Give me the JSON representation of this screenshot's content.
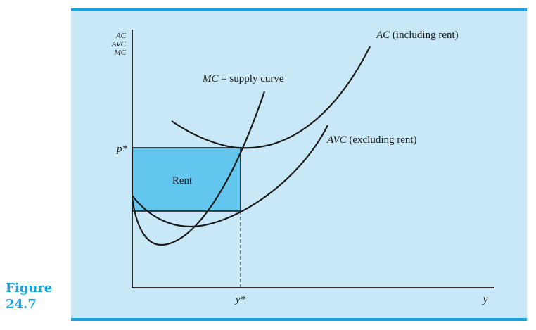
{
  "figure": {
    "label_line1": "Figure",
    "label_line2": "24.7"
  },
  "axes": {
    "y_axis_lines": [
      "AC",
      "AVC",
      "MC"
    ],
    "x_axis_label": "y",
    "p_star": "p*",
    "y_star": "y*"
  },
  "curves": {
    "ac_name": "AC",
    "ac_note": " (including rent)",
    "avc_name": "AVC",
    "avc_note": " (excluding rent)",
    "mc_name": "MC",
    "mc_note": " = supply curve"
  },
  "regions": {
    "rent_label": "Rent"
  },
  "colors": {
    "accent": "#1aa3df",
    "panel_background": "#c8e8f7",
    "rent_fill": "#62c6ee",
    "ink": "#1a1a1a"
  }
}
